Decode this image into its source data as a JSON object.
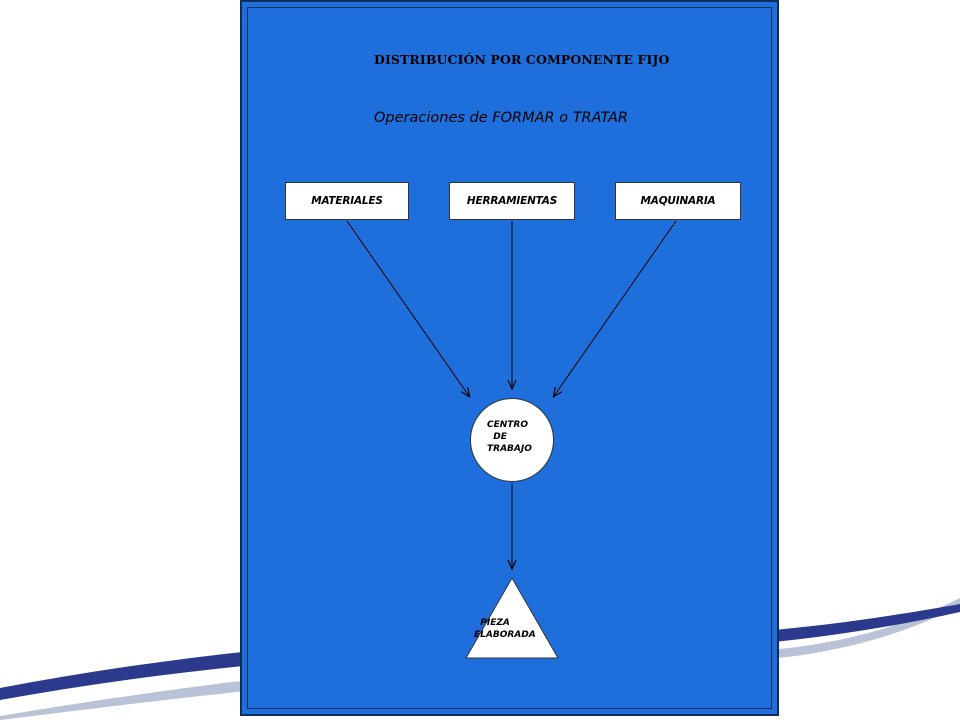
{
  "slide": {
    "title": "DISTRIBUCIÓN POR COMPONENTE FIJO",
    "subtitle": "Operaciones de FORMAR o TRATAR"
  },
  "diagram": {
    "inputs": [
      {
        "label": "MATERIALES"
      },
      {
        "label": "HERRAMIENTAS"
      },
      {
        "label": "MAQUINARIA"
      }
    ],
    "center": {
      "label": "CENTRO\n  DE\nTRABAJO"
    },
    "output": {
      "label": "  PIEZA\nELABORADA"
    }
  },
  "colors": {
    "slide_background": "#1e6fdc",
    "swoosh_dark": "#2b3a8c",
    "swoosh_light": "#b9c2d6",
    "node_fill": "#ffffff",
    "arrow": "#000000"
  }
}
